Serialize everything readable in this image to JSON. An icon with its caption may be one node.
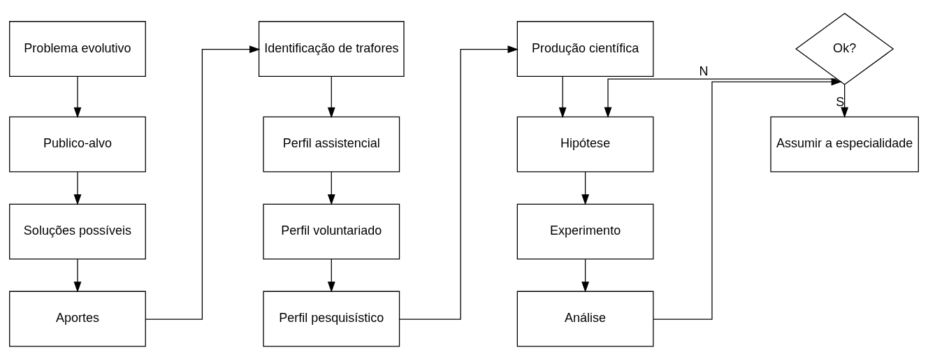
{
  "diagram": {
    "nodes": [
      {
        "text": [
          "Problema evolutivo"
        ]
      },
      {
        "text": [
          "Publico-alvo"
        ]
      },
      {
        "text": [
          "Soluções possíveis"
        ]
      },
      {
        "text": [
          "Aportes"
        ]
      },
      {
        "text": [
          "Identificação de trafores"
        ]
      },
      {
        "text": [
          "Perfil assistencial"
        ]
      },
      {
        "text": [
          "Perfil voluntariado"
        ]
      },
      {
        "text": [
          "Perfil pesquisístico"
        ]
      },
      {
        "text": [
          "Produção científica"
        ]
      },
      {
        "text": [
          "Hipótese"
        ]
      },
      {
        "text": [
          "Experimento"
        ]
      },
      {
        "text": [
          "Análise"
        ]
      },
      {
        "text": [
          "Ok?"
        ]
      },
      {
        "text": [
          "Assumir a especialidade"
        ]
      }
    ],
    "edges": [
      {
        "from": 0,
        "to": 1,
        "arrow": "to"
      },
      {
        "from": 1,
        "to": 2,
        "arrow": "to"
      },
      {
        "from": 2,
        "to": 3,
        "arrow": "to"
      },
      {
        "from": 3,
        "to": 4,
        "arrow": "to"
      },
      {
        "from": 4,
        "to": 5,
        "arrow": "to"
      },
      {
        "from": 5,
        "to": 6,
        "arrow": "to"
      },
      {
        "from": 6,
        "to": 7,
        "arrow": "to"
      },
      {
        "from": 7,
        "to": 8,
        "arrow": "to"
      },
      {
        "from": 8,
        "to": 9,
        "arrow": "to"
      },
      {
        "from": 9,
        "to": 10,
        "arrow": "to"
      },
      {
        "from": 10,
        "to": 11,
        "arrow": "to"
      },
      {
        "from": 11,
        "to": 12,
        "arrow": "to"
      },
      {
        "from": 12,
        "to": 9,
        "label": "N",
        "arrow": "to"
      },
      {
        "from": 12,
        "to": 13,
        "label": "S",
        "arrow": "to"
      }
    ]
  }
}
